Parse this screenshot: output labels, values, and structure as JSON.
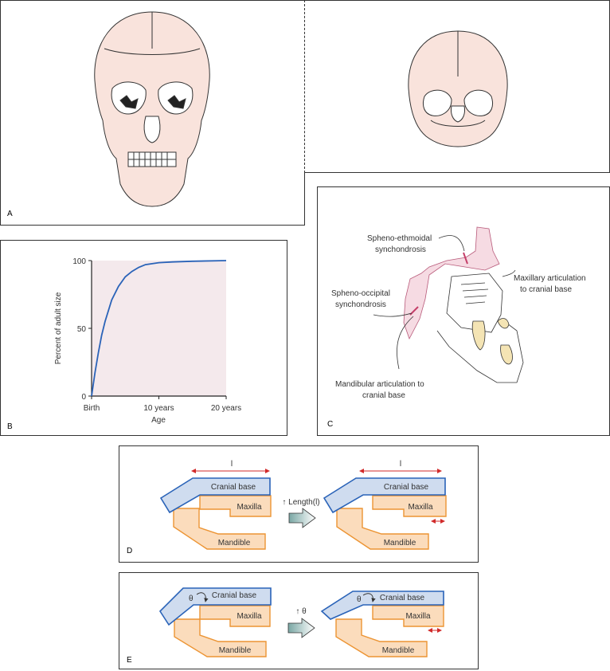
{
  "panels": {
    "a": {
      "letter": "A"
    },
    "b": {
      "letter": "B"
    },
    "c": {
      "letter": "C"
    },
    "d": {
      "letter": "D"
    },
    "e": {
      "letter": "E"
    }
  },
  "chart_data": {
    "type": "line",
    "xlabel": "Age",
    "ylabel": "Percent of adult size",
    "x_ticks": [
      "Birth",
      "10 years",
      "20 years"
    ],
    "y_ticks": [
      "0",
      "50",
      "100"
    ],
    "ylim": [
      0,
      100
    ],
    "series": [
      {
        "x": [
          0,
          0.5,
          1,
          1.5,
          2,
          3,
          4,
          5,
          6,
          7,
          8,
          10,
          12,
          15,
          20
        ],
        "y": [
          0,
          17,
          32,
          45,
          55,
          71,
          81,
          88,
          92,
          95,
          97,
          98.5,
          99,
          99.5,
          100
        ]
      }
    ],
    "grid": false,
    "line_color": "#2a63b8",
    "plot_background": "#f4e9ec"
  },
  "panel_c": {
    "spheno_ethmoidal": [
      "Spheno-ethmoidal",
      "synchondrosis"
    ],
    "spheno_occipital": [
      "Spheno-occipital",
      "synchondrosis"
    ],
    "maxillary": [
      "Maxillary articulation",
      "to cranial base"
    ],
    "mandibular": [
      "Mandibular articulation to",
      "cranial base"
    ]
  },
  "panel_d": {
    "cranial_base": "Cranial base",
    "maxilla": "Maxilla",
    "mandible": "Mandible",
    "length_symbol": "l",
    "arrow_label": "↑ Length(l)"
  },
  "panel_e": {
    "cranial_base": "Cranial base",
    "maxilla": "Maxilla",
    "mandible": "Mandible",
    "theta": "θ",
    "arrow_label": "↑ θ"
  },
  "colors": {
    "bone": "#f9e3dc",
    "cranial_fill": "#cfdcef",
    "cranial_stroke": "#2a63b8",
    "jaw_fill": "#fbdcbc",
    "jaw_stroke": "#ec9433",
    "red": "#d12a2a",
    "synchondrosis": "#c5406a"
  }
}
